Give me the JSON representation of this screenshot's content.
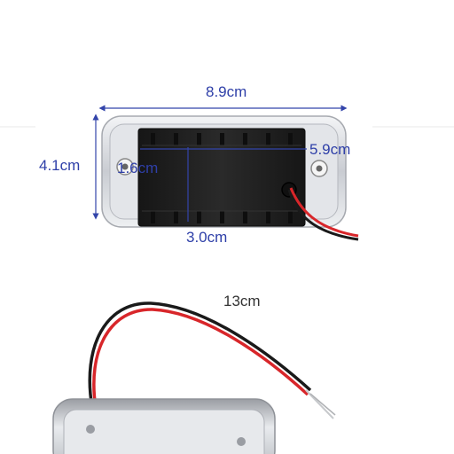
{
  "dimensions": {
    "width_total": "8.9cm",
    "height_total": "4.1cm",
    "housing_width": "5.9cm",
    "housing_height": "1.6cm",
    "housing_length": "3.0cm",
    "cable_length": "13cm"
  },
  "colors": {
    "dimension_line": "#3344aa",
    "label": "#2e3fa8",
    "wire_red": "#d8262a",
    "wire_black": "#1a1a1a",
    "housing": "#1f1f1f",
    "chrome": "#d9dbe0"
  }
}
